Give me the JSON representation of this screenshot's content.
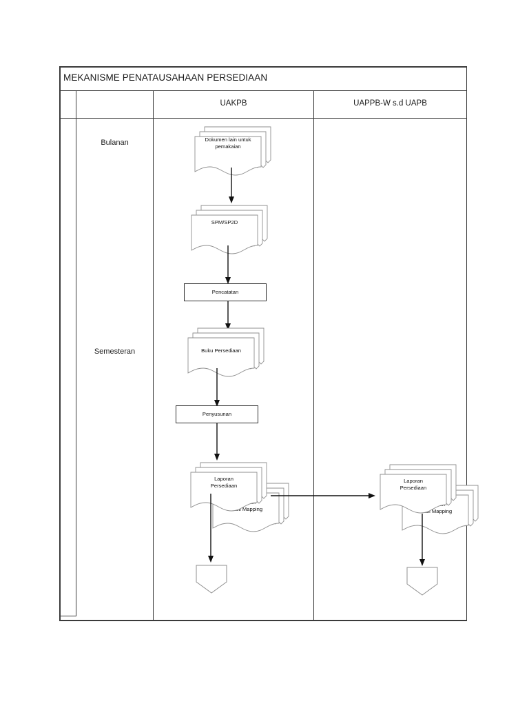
{
  "document": {
    "title": "MEKANISME PENATAUSAHAAN PERSEDIAAN"
  },
  "table": {
    "columns": [
      {
        "id": "spacer",
        "label": ""
      },
      {
        "id": "period",
        "label": ""
      },
      {
        "id": "uakpb",
        "label": "UAKPB"
      },
      {
        "id": "uappb",
        "label": "UAPPB-W s.d UAPB"
      }
    ],
    "row_labels": [
      {
        "id": "bulanan",
        "label": "Bulanan"
      },
      {
        "id": "semesteran",
        "label": "Semesteran"
      }
    ]
  },
  "flow": {
    "uakpb": {
      "nodes": [
        {
          "id": "dokumen-lain",
          "type": "multidocument",
          "label": "Dokumen lain untuk\npemakaian"
        },
        {
          "id": "spm-sp2d",
          "type": "multidocument",
          "label": "SPM/SP2D"
        },
        {
          "id": "pencatatan",
          "type": "process",
          "label": "Pencatatan"
        },
        {
          "id": "buku-persediaan",
          "type": "multidocument",
          "label": "Buku Persediaan"
        },
        {
          "id": "penyusunan",
          "type": "process",
          "label": "Penyusunan"
        },
        {
          "id": "laporan-persediaan",
          "type": "multidocument",
          "label": "Laporan\nPersediaan"
        },
        {
          "id": "laporan-hasil-mapping",
          "type": "multidocument",
          "label": "Laporan\nHasil Mapping"
        },
        {
          "id": "terminator-uakpb",
          "type": "offpage-connector",
          "label": ""
        }
      ]
    },
    "uappb": {
      "nodes": [
        {
          "id": "laporan-persediaan-uappb",
          "type": "multidocument",
          "label": "Laporan\nPersediaan"
        },
        {
          "id": "laporan-hasil-mapping-uappb",
          "type": "multidocument",
          "label": "Laporan\nHasil Mapping"
        },
        {
          "id": "terminator-uappb",
          "type": "offpage-connector",
          "label": ""
        }
      ]
    }
  },
  "style": {
    "line_color": "#3a3a3a",
    "shape_stroke": "#8a8a8a",
    "arrow_color": "#111111",
    "background": "#ffffff"
  }
}
